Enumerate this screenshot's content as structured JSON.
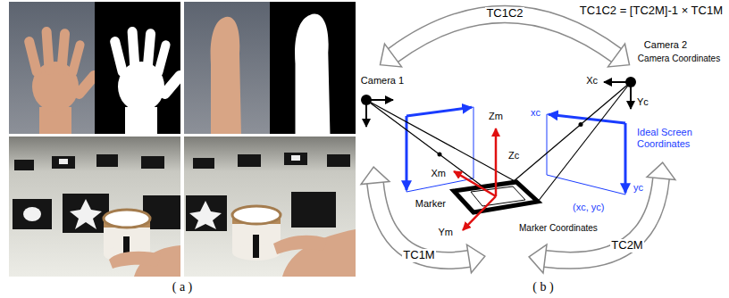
{
  "diagram": {
    "labels": [
      "TC1C2 = [TC2M]-1 × TC1M",
      "TC1C2",
      "Camera 1",
      "Camera 2",
      "Camera Coordinates",
      "xc",
      "Xc",
      "Yc",
      "Zc",
      "(xc, yc)",
      "Ideal Screen Coordinates",
      "yc",
      "Zm",
      "Xm",
      "Ym",
      "Marker",
      "Marker Coordinates",
      "TC1M",
      "TC2M",
      "( a )",
      "( b )"
    ]
  }
}
